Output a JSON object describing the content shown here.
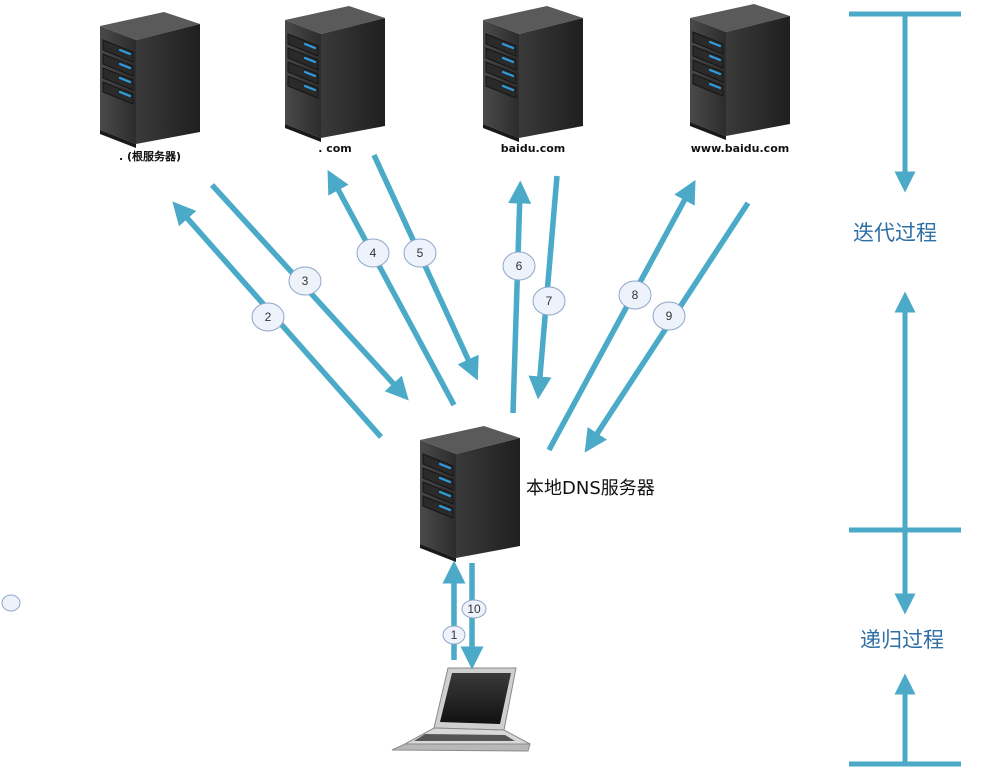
{
  "colors": {
    "arrow": "#4aaac7",
    "server_body": "#2b2b2b",
    "server_light": "#2f9be0",
    "side_text": "#2e6fa6"
  },
  "servers": {
    "root": {
      "label": ". (根服务器)",
      "icon": "server-tower-icon"
    },
    "com": {
      "label": ". com",
      "icon": "server-tower-icon"
    },
    "baidu": {
      "label": "baidu.com",
      "icon": "server-tower-icon"
    },
    "www": {
      "label": "www.baidu.com",
      "icon": "server-tower-icon"
    },
    "local": {
      "label": "本地DNS服务器",
      "icon": "server-tower-icon"
    }
  },
  "client": {
    "icon": "laptop-icon"
  },
  "steps": [
    "1",
    "2",
    "3",
    "4",
    "5",
    "6",
    "7",
    "8",
    "9",
    "10"
  ],
  "side": {
    "iterative": "迭代过程",
    "recursive": "递归过程"
  }
}
